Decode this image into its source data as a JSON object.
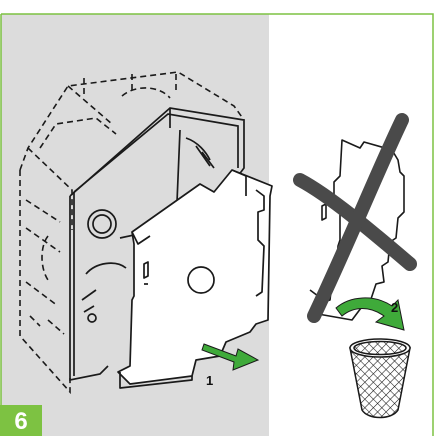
{
  "figure": {
    "step_number": "6",
    "callouts": [
      "1",
      "2"
    ],
    "colors": {
      "step_badge": "#7dc242",
      "frame_line": "#7dc242",
      "left_panel": "#dcdcdc",
      "crossout_mark": "#4a4a4a",
      "arrow_fill": "#3faa3a",
      "line": "#1a1a1a"
    },
    "icons": {
      "cross": "cross-out-icon",
      "bin": "waste-bin-icon",
      "removal_arrow": "arrow-right-icon",
      "discard_arrow": "curved-arrow-icon"
    }
  }
}
